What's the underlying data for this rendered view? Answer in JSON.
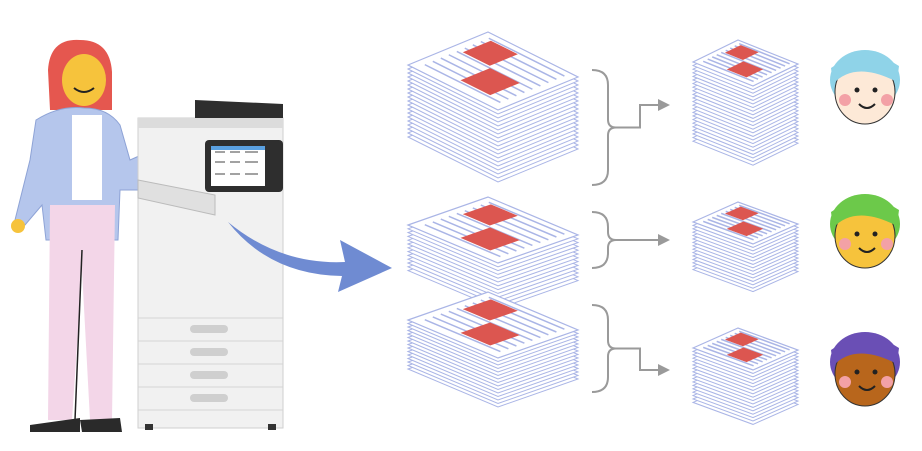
{
  "illustration": {
    "subject": "printer-document-sorting",
    "colors": {
      "hair_woman": "#e5574f",
      "skin": "#f6c33c",
      "jacket": "#b5c6ec",
      "pants": "#f3d6e8",
      "printer_body": "#f1f1f1",
      "printer_dark": "#2e2e2e",
      "arrow": "#6f8bd2",
      "sheet_line": "#aab5e6",
      "sheet_red": "#dc5650",
      "connector": "#9a9a9a",
      "hair_1": "#8fd3e8",
      "hair_2": "#6cc94a",
      "hair_3": "#6a4fb5",
      "skin_1": "#fde9d7",
      "skin_2": "#f6c33c",
      "skin_3": "#b8661c",
      "cheek": "#f3a1a6"
    },
    "source_stacks": [
      {
        "sheets": 18
      },
      {
        "sheets": 12
      },
      {
        "sheets": 14
      }
    ],
    "output_stacks": [
      {
        "sheets": 22
      },
      {
        "sheets": 14
      },
      {
        "sheets": 16
      }
    ],
    "recipients": [
      {
        "icon": "person-blue-hair-icon"
      },
      {
        "icon": "person-green-hair-icon"
      },
      {
        "icon": "person-purple-hair-icon"
      }
    ]
  }
}
